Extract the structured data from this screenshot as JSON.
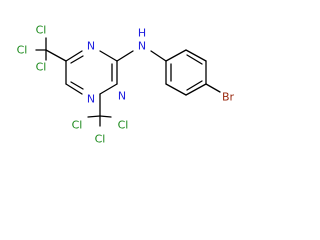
{
  "colors": {
    "bond": "#000000",
    "nitrogen": "#1f1fe0",
    "chlorine": "#1c8a1c",
    "bromine": "#9a2a10",
    "carbon": "#000000"
  },
  "atoms": {
    "n_ring_top": "N",
    "n_ring_left": "N",
    "n_ring_bottom": "N",
    "n_amine": "N",
    "h_amine": "H",
    "cl_1a": "Cl",
    "cl_1b": "Cl",
    "cl_1c": "Cl",
    "cl_2a": "Cl",
    "cl_2b": "Cl",
    "cl_2c": "Cl",
    "br": "Br"
  }
}
